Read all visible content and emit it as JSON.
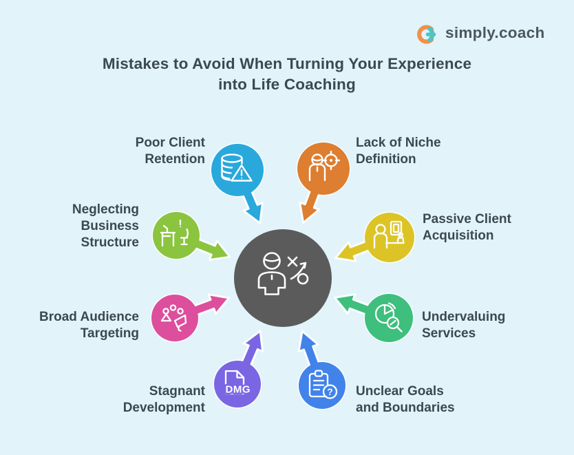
{
  "page": {
    "background_color": "#E2F3FA",
    "text_color": "#3C4852"
  },
  "logo": {
    "text": "simply.coach",
    "icon_orange": "#F0914B",
    "icon_teal": "#4EC5C1",
    "text_color": "#4C5762"
  },
  "title": {
    "lines": [
      "Mistakes to Avoid When Turning Your Experience",
      "into Life Coaching"
    ]
  },
  "center_node": {
    "color": "#5B5B5B",
    "icon": "person-strategy-icon"
  },
  "mistakes": [
    {
      "label_lines": [
        "Poor Client",
        "Retention"
      ],
      "color": "#29A8DC",
      "icon": "database-warning-icon"
    },
    {
      "label_lines": [
        "Lack of Niche",
        "Definition"
      ],
      "color": "#DD7E30",
      "icon": "person-target-icon"
    },
    {
      "label_lines": [
        "Neglecting",
        "Business",
        "Structure"
      ],
      "color": "#8BC43F",
      "icon": "desk-chair-alert-icon"
    },
    {
      "label_lines": [
        "Passive Client",
        "Acquisition"
      ],
      "color": "#DCC427",
      "icon": "person-award-icon"
    },
    {
      "label_lines": [
        "Broad Audience",
        "Targeting"
      ],
      "color": "#DD4F9D",
      "icon": "audience-megaphone-icon"
    },
    {
      "label_lines": [
        "Undervaluing",
        "Services"
      ],
      "color": "#3EBF7D",
      "icon": "pie-chart-magnifier-icon"
    },
    {
      "label_lines": [
        "Stagnant",
        "Development"
      ],
      "color": "#7A66E3",
      "icon": "document-dmg-icon",
      "icon_text": "DMG"
    },
    {
      "label_lines": [
        "Unclear Goals",
        "and Boundaries"
      ],
      "color": "#4283EA",
      "icon": "clipboard-question-icon",
      "icon_text": "?"
    }
  ]
}
